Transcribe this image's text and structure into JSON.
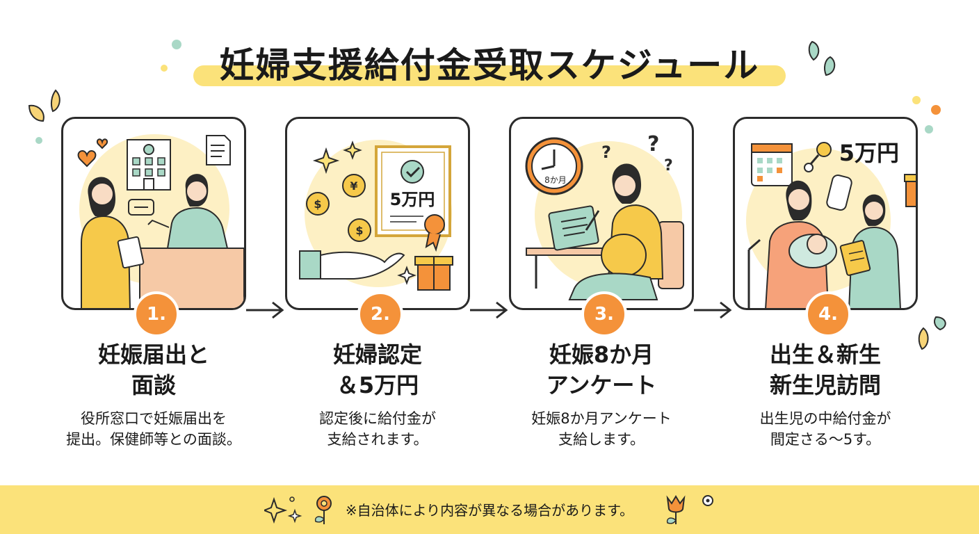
{
  "title": "妊婦支援給付金受取スケジュール",
  "colors": {
    "accent_orange": "#f4923a",
    "highlight_yellow": "#fbe27a",
    "outline": "#2b2b2b",
    "teal": "#a9d8c6"
  },
  "steps": [
    {
      "number": "1.",
      "title_line1": "妊娠届出と",
      "title_line2": "面談",
      "desc_line1": "役所窓口で妊娠届出を",
      "desc_line2": "提出。保健師等との面談。",
      "illustration": "woman-submitting-form-at-office-counter-icon"
    },
    {
      "number": "2.",
      "title_line1": "妊婦認定",
      "title_line2": "＆5万円",
      "desc_line1": "認定後に給付金が",
      "desc_line2": "支給されます。",
      "certificate_text": "5万円",
      "illustration": "coins-certificate-hand-icon"
    },
    {
      "number": "3.",
      "title_line1": "妊娠8か月",
      "title_line2": "アンケート",
      "desc_line1": "妊娠8か月アンケート",
      "desc_line2": "支給します。",
      "clock_text": "8か月",
      "illustration": "pregnant-woman-tablet-clock-icon"
    },
    {
      "number": "4.",
      "title_line1": "出生＆新生",
      "title_line2": "新生児訪問",
      "desc_line1": "出生児の中給付金が",
      "desc_line2": "間定さる〜5す。",
      "amount_text": "5万円",
      "illustration": "mother-baby-nurse-visit-icon"
    }
  ],
  "footer": {
    "note": "※自治体により内容が異なる場合があります。"
  }
}
